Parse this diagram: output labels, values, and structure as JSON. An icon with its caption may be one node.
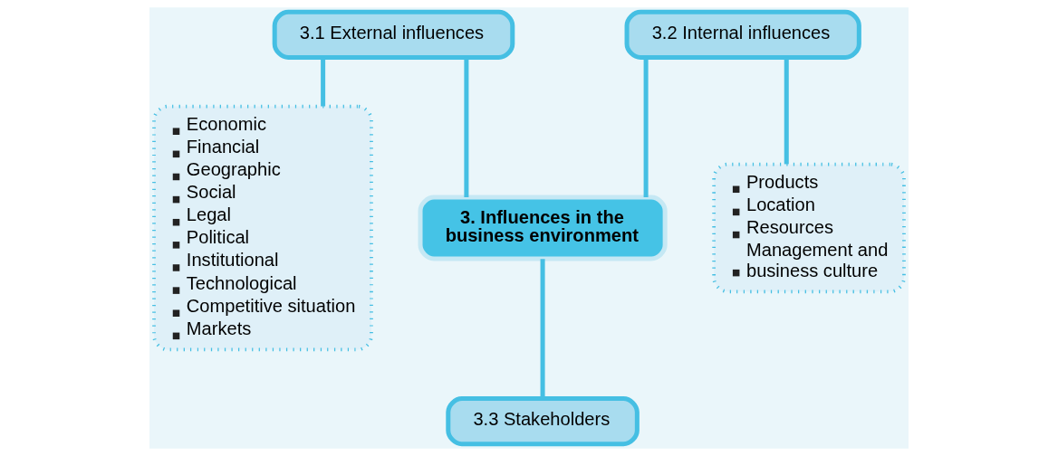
{
  "diagram": {
    "nodes": [
      {
        "text": [
          "3. Influences in the business environment"
        ]
      },
      {
        "text": [
          "3.1 External influences"
        ]
      },
      {
        "text": [
          "Economic",
          "Financial",
          "Geographic",
          "Social",
          "Legal",
          "Political",
          "Institutional",
          "Technological",
          "Competitive situation",
          "Markets"
        ]
      },
      {
        "text": [
          "3.2 Internal influences"
        ]
      },
      {
        "text": [
          "Products",
          "Location",
          "Resources",
          "Management and business culture"
        ]
      },
      {
        "text": [
          "3.3 Stakeholders"
        ]
      }
    ],
    "edges": [
      {
        "from": 1,
        "to": 0,
        "arrow": "none"
      },
      {
        "from": 1,
        "to": 2,
        "arrow": "none"
      },
      {
        "from": 3,
        "to": 0,
        "arrow": "none"
      },
      {
        "from": 3,
        "to": 4,
        "arrow": "none"
      },
      {
        "from": 0,
        "to": 5,
        "arrow": "none"
      }
    ]
  }
}
